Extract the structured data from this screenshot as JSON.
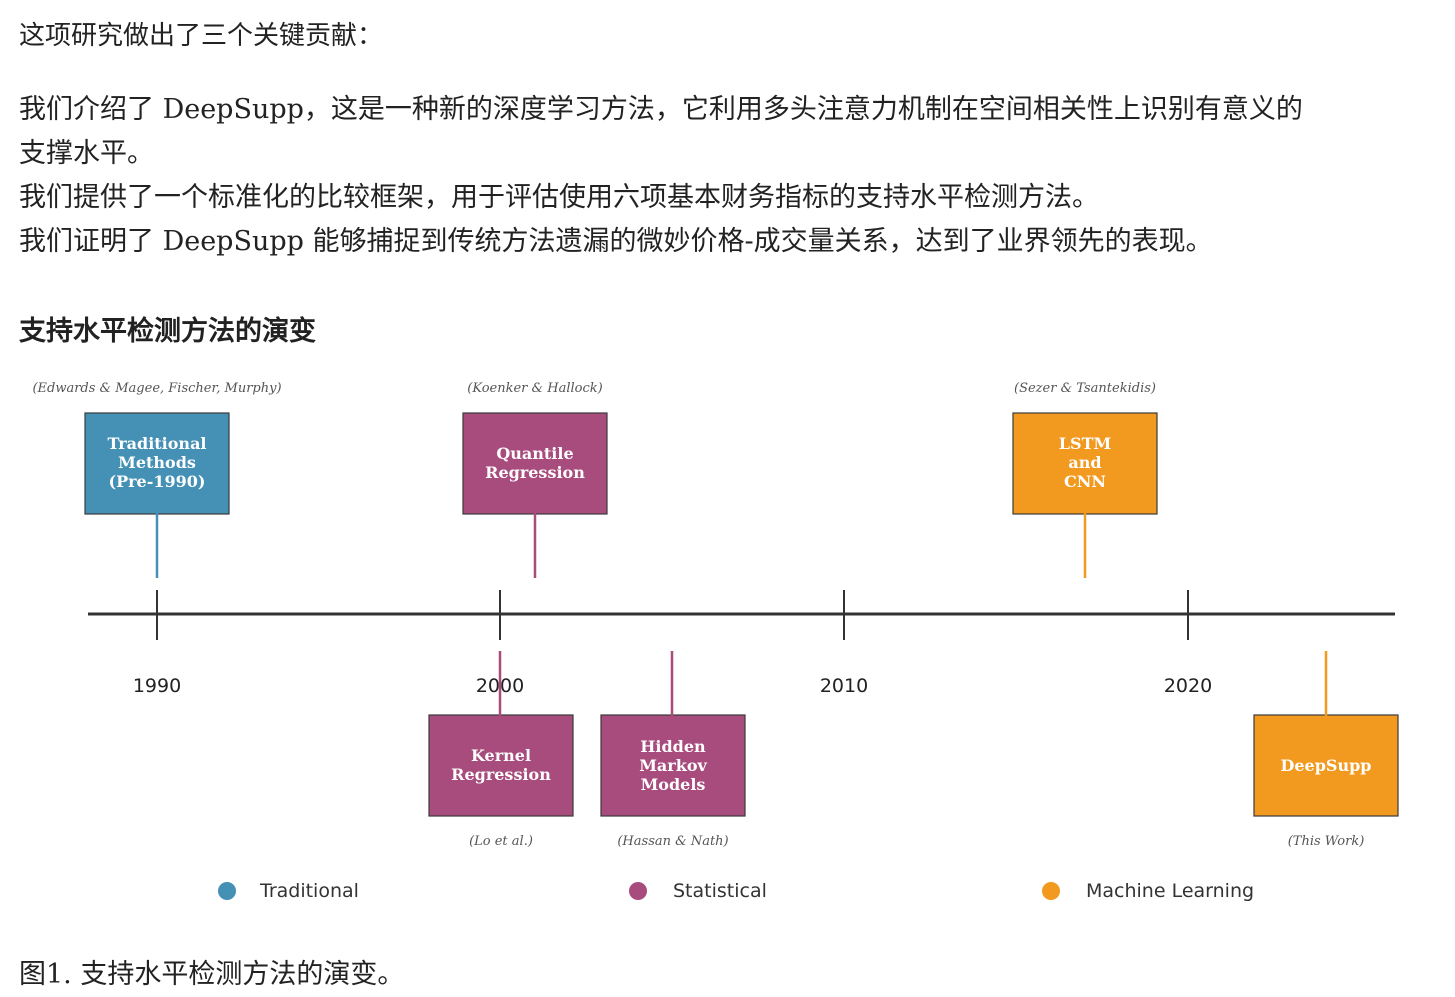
{
  "intro": "这项研究做出了三个关键贡献：",
  "contributions": [
    "我们介绍了 DeepSupp，这是一种新的深度学习方法，它利用多头注意力机制在空间相关性上识别有意义的",
    "支撑水平。",
    "我们提供了一个标准化的比较框架，用于评估使用六项基本财务指标的支持水平检测方法。",
    "我们证明了 DeepSupp 能够捕捉到传统方法遗漏的微妙价格-成交量关系，达到了业界领先的表现。"
  ],
  "section_title": "支持水平检测方法的演变",
  "caption": "图1. 支持水平检测方法的演变。",
  "colors": {
    "traditional": "#4591b5",
    "statistical": "#a84c7e",
    "machine_learning": "#f29a1f",
    "axis": "#333333"
  },
  "timeline": {
    "ticks": [
      "1990",
      "2000",
      "2010",
      "2020"
    ],
    "top_boxes": [
      {
        "label_lines": [
          "Traditional",
          "Methods",
          "(Pre-1990)"
        ],
        "citation": "(Edwards & Magee, Fischer, Murphy)",
        "category": "traditional"
      },
      {
        "label_lines": [
          "Quantile",
          "Regression"
        ],
        "citation": "(Koenker & Hallock)",
        "category": "statistical"
      },
      {
        "label_lines": [
          "LSTM",
          "and",
          "CNN"
        ],
        "citation": "(Sezer & Tsantekidis)",
        "category": "machine_learning"
      }
    ],
    "bottom_boxes": [
      {
        "label_lines": [
          "Kernel",
          "Regression"
        ],
        "citation": "(Lo et al.)",
        "category": "statistical"
      },
      {
        "label_lines": [
          "Hidden",
          "Markov",
          "Models"
        ],
        "citation": "(Hassan & Nath)",
        "category": "statistical"
      },
      {
        "label_lines": [
          "DeepSupp"
        ],
        "citation": "(This Work)",
        "category": "machine_learning"
      }
    ],
    "legend": [
      {
        "label": "Traditional",
        "category": "traditional"
      },
      {
        "label": "Statistical",
        "category": "statistical"
      },
      {
        "label": "Machine Learning",
        "category": "machine_learning"
      }
    ]
  }
}
